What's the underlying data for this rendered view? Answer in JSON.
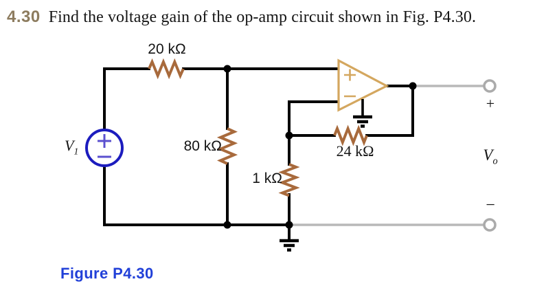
{
  "problem": {
    "number": "4.30",
    "statement": "Find the voltage gain of the op-amp circuit shown in Fig. P4.30."
  },
  "figure": {
    "caption": "Figure P4.30",
    "labels": {
      "r_input": "20 kΩ",
      "r_shunt": "80 kΩ",
      "r_ground": "1 kΩ",
      "r_feedback": "24 kΩ",
      "source_v": "V",
      "source_v_sub": "1",
      "output_v": "V",
      "output_v_sub": "o",
      "output_plus": "+",
      "output_minus": "−"
    },
    "components": {
      "source": "independent voltage source V1",
      "opamp": "op-amp, noninverting input on top wire, inverting input fed back through 24 kΩ from output, 1 kΩ to ground",
      "output": "open-circuit terminals labeled + Vo −"
    },
    "colors": {
      "resistor_brown": "#a86a3c",
      "opamp_tan": "#d4a75f",
      "source_blue": "#1c1cbe",
      "source_symbol_blue": "#5b50cf",
      "wire_black": "#000000",
      "wire_gray": "#b9b9b9",
      "terminal_gray": "#ababab",
      "caption_blue": "#2140d8",
      "number_tan": "#8d7c5f"
    }
  }
}
